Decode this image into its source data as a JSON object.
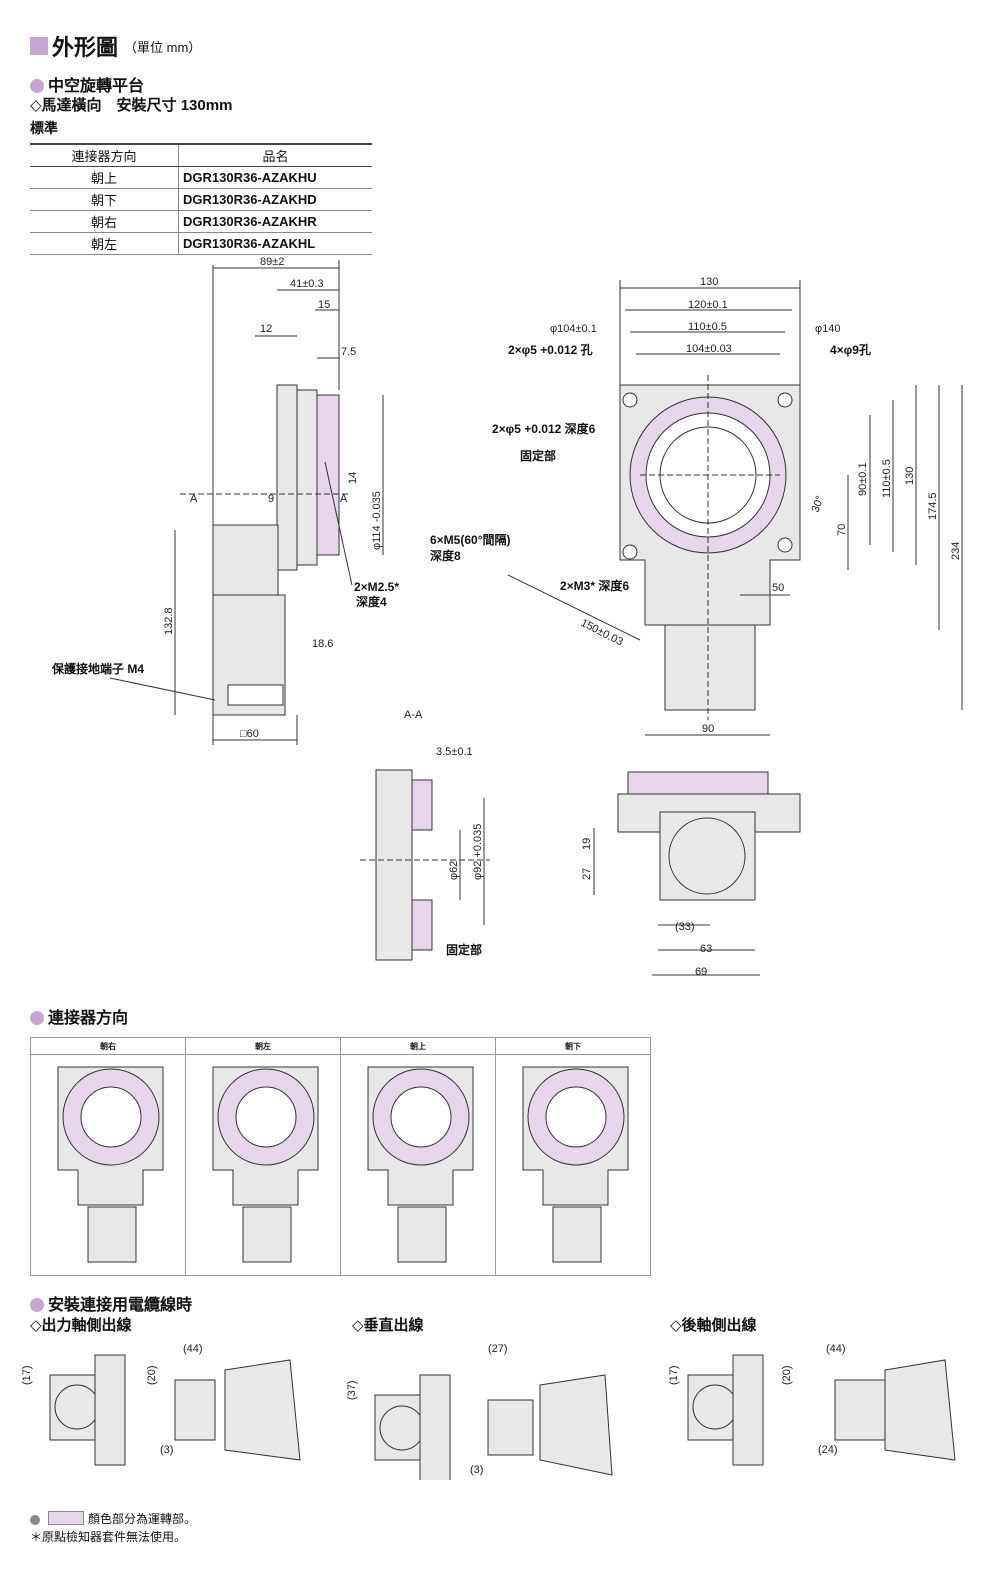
{
  "header": {
    "title": "外形圖",
    "unit": "（單位 mm）"
  },
  "section1": {
    "title": "中空旋轉平台",
    "subtitle": "◇馬達橫向　安裝尺寸 130mm",
    "standard": "標準"
  },
  "parts_table": {
    "headers": [
      "連接器方向",
      "品名"
    ],
    "rows": [
      {
        "dir": "朝上",
        "name": "DGR130R36-AZAKHU"
      },
      {
        "dir": "朝下",
        "name": "DGR130R36-AZAKHD"
      },
      {
        "dir": "朝右",
        "name": "DGR130R36-AZAKHR"
      },
      {
        "dir": "朝左",
        "name": "DGR130R36-AZAKHL"
      }
    ]
  },
  "drawing": {
    "side": {
      "d89": "89±2",
      "d41": "41±0.3",
      "d15": "15",
      "d12": "12",
      "d7_5": "7.5",
      "d14": "14",
      "d114": "φ114 -0.035",
      "d9": "9",
      "a": "A",
      "d132_8": "132.8",
      "d18_6": "18.6",
      "d60": "□60",
      "m2_5": "2×M2.5*",
      "depth4": "深度4",
      "ground": "保護接地端子 M4"
    },
    "front": {
      "d130": "130",
      "d120": "120±0.1",
      "d110": "110±0.5",
      "d104": "104±0.03",
      "phi104": "φ104±0.1",
      "phi140": "φ140",
      "phi5hole": "2×φ5 +0.012 孔",
      "phi9": "4×φ9孔",
      "phi5depth": "2×φ5 +0.012 深度6",
      "fixed": "固定部",
      "m5": "6×M5(60°間隔)",
      "depth8": "深度8",
      "m3": "2×M3* 深度6",
      "d150": "150±0.03",
      "d50": "50",
      "d90": "90",
      "d30": "30°",
      "d70": "70",
      "d90v": "90±0.1",
      "d110v": "110±0.5",
      "d130v": "130",
      "d174_5": "174.5",
      "d234": "234"
    },
    "aa": {
      "title": "A-A",
      "d3_5": "3.5±0.1",
      "d62": "φ62",
      "d92": "φ92 +0.035",
      "fixed": "固定部"
    },
    "bottom": {
      "d19": "19",
      "d27": "27",
      "d33": "(33)",
      "d63": "63",
      "d69": "69"
    }
  },
  "section2": {
    "title": "連接器方向",
    "columns": [
      "朝右",
      "朝左",
      "朝上",
      "朝下"
    ]
  },
  "section3": {
    "title": "安裝連接用電纜線時",
    "groups": [
      {
        "title": "◇出力軸側出線",
        "dims": [
          "(17)",
          "(44)",
          "(20)",
          "(3)"
        ]
      },
      {
        "title": "◇垂直出線",
        "dims": [
          "(37)",
          "(27)",
          "(3)"
        ]
      },
      {
        "title": "◇後軸側出線",
        "dims": [
          "(17)",
          "(44)",
          "(20)",
          "(24)"
        ]
      }
    ]
  },
  "legend": {
    "text": "顏色部分為運轉部。",
    "note": "＊原點檢知器套件無法使用。"
  },
  "colors": {
    "accent": "#c9a6d2",
    "body": "#e8e8e8",
    "rotor": "#e6d6ea",
    "line": "#333333"
  }
}
